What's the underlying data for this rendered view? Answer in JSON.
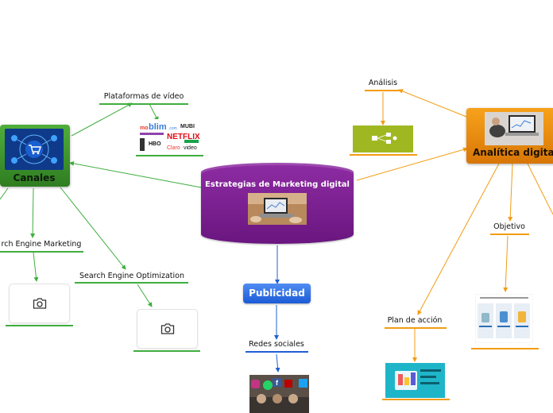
{
  "central": {
    "title": "Estrategias de Marketing digital"
  },
  "canales": {
    "label": "Canales",
    "children": {
      "plataformas": {
        "label": "Plataformas de vídeo",
        "logos": {
          "blim": "blim",
          "blim_domain": ".com",
          "netflix": "NETFLIX",
          "hbo": "HBO",
          "claro": "Claro",
          "video": "video",
          "mubi": "MUBI"
        }
      },
      "sem": {
        "label": "rch Engine Marketing"
      },
      "seo": {
        "label": "Search Engine Optimization"
      }
    }
  },
  "publicidad": {
    "label": "Publicidad",
    "children": {
      "redes": {
        "label": "Redes sociales"
      }
    }
  },
  "analitica": {
    "label": "Analítica digital",
    "children": {
      "analisis": {
        "label": "Análisis"
      },
      "objetivo": {
        "label": "Objetivo"
      },
      "plan": {
        "label": "Plan de acción"
      }
    }
  },
  "colors": {
    "green": "#3fae3f",
    "orange": "#f39c12",
    "blue": "#1f5fd6",
    "purple": "#7b1f92"
  }
}
